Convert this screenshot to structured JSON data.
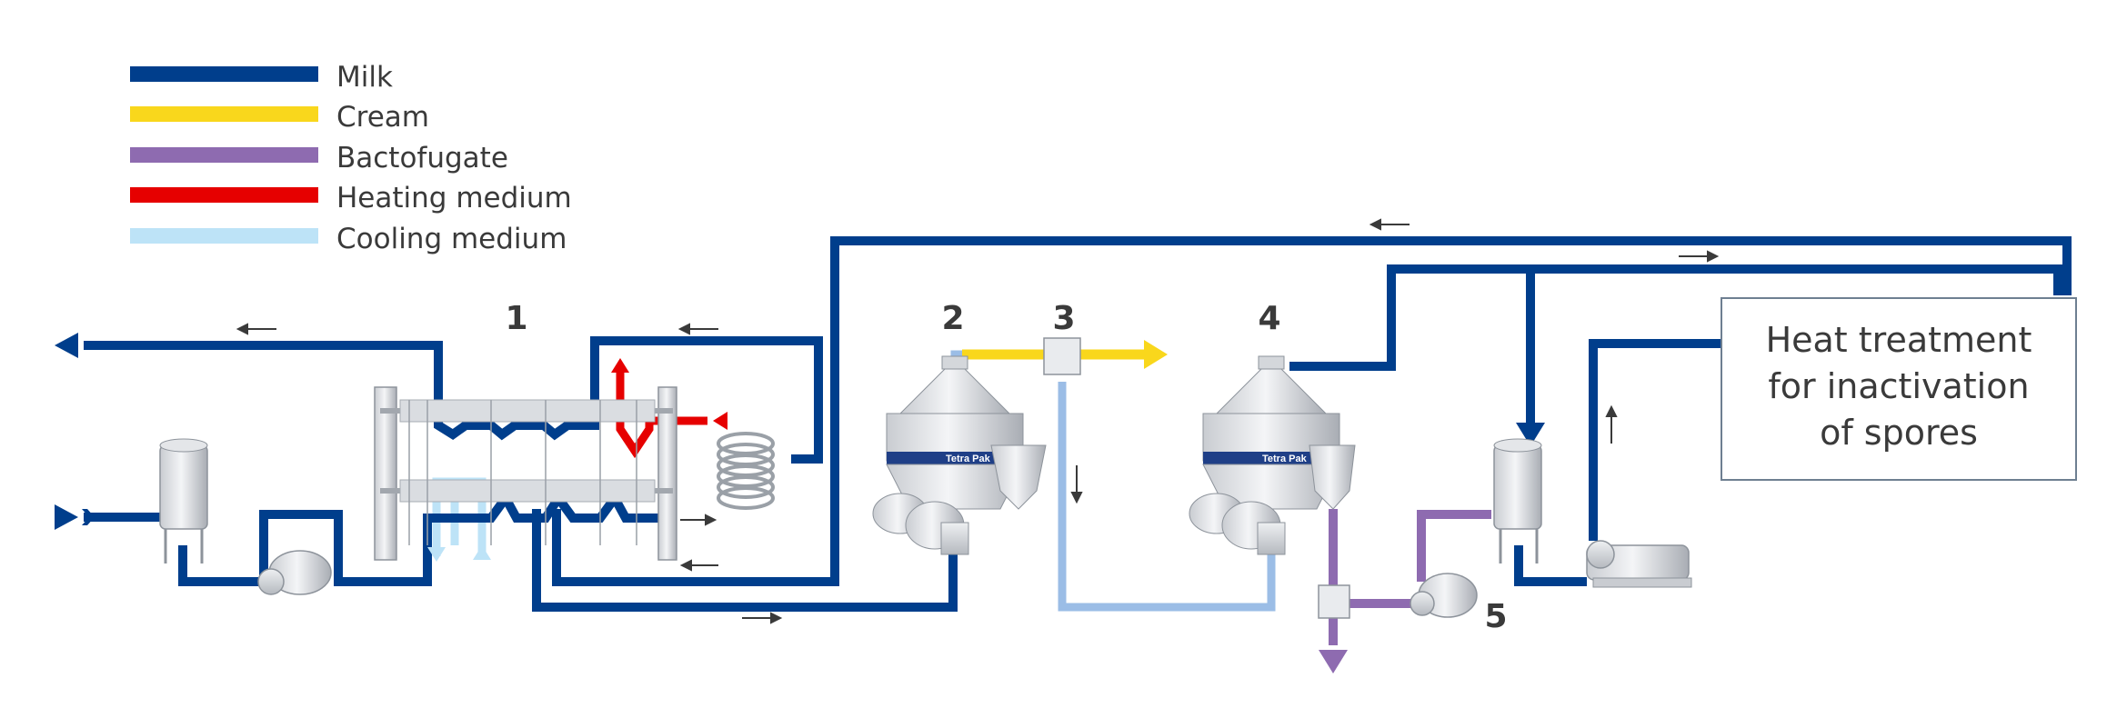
{
  "legend": [
    {
      "label": "Milk",
      "color": "#003e8c"
    },
    {
      "label": "Cream",
      "color": "#f9d71c"
    },
    {
      "label": "Bactofugate",
      "color": "#8e6bb0"
    },
    {
      "label": "Heating medium",
      "color": "#e60000"
    },
    {
      "label": "Cooling medium",
      "color": "#bde3f7"
    }
  ],
  "numbers": [
    "1",
    "2",
    "3",
    "4",
    "5"
  ],
  "heat_box": {
    "line1": "Heat treatment",
    "line2": "for inactivation",
    "line3": "of spores"
  },
  "brand": "Tetra Pak",
  "colors": {
    "milk": "#003e8c",
    "cream": "#f9d71c",
    "bactofugate": "#8e6bb0",
    "heating": "#e60000",
    "cooling": "#bde3f7",
    "cream_light": "#9bbde6",
    "text": "#3a3a3a",
    "box_border": "#6e7f91"
  },
  "icons": [
    "plate-heat-exchanger-icon",
    "centrifuge-separator-icon",
    "bactofuge-icon",
    "tank-icon",
    "pump-icon",
    "holding-coil-icon",
    "valve-icon"
  ]
}
